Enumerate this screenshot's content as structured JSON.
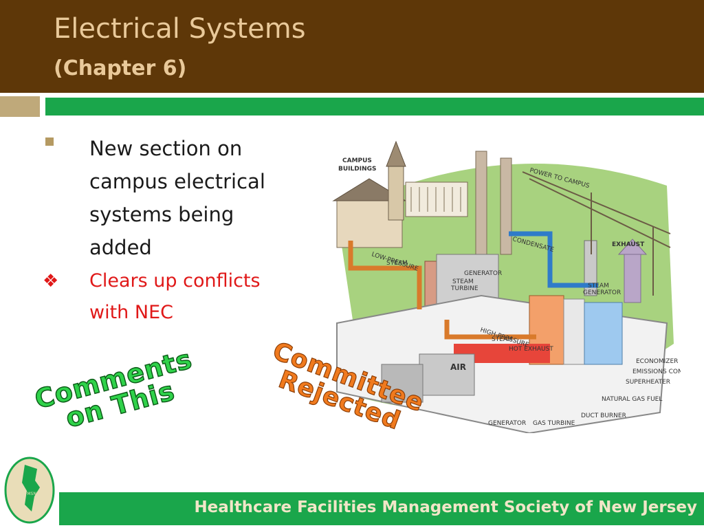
{
  "slide": {
    "title": "Electrical Systems",
    "subtitle": "(Chapter 6)"
  },
  "bullets": [
    {
      "text": "New section on campus electrical systems being added",
      "marker": "square",
      "color": "#1a1a1a"
    },
    {
      "text": "Clears up conflicts with NEC",
      "marker": "diamond-cluster",
      "color": "#e01818"
    }
  ],
  "stamps": {
    "comments": {
      "line1": "Comments",
      "line2": "on This",
      "color": "#2fd24a"
    },
    "rejected": {
      "line1": "Committee",
      "line2": "Rejected",
      "color": "#f07a1e"
    }
  },
  "diagram": {
    "labels": {
      "campus_buildings": "CAMPUS BUILDINGS",
      "power_to_campus": "POWER TO CAMPUS",
      "condensate": "CONDENSATE",
      "exhaust": "EXHAUST",
      "low_pressure_steam": "LOW-PRESSURE STEAM",
      "generator_top": "GENERATOR",
      "steam_turbine": "STEAM TURBINE",
      "steam_generator": "STEAM GENERATOR",
      "high_pressure_steam": "HIGH-PRESSURE STEAM",
      "hot_exhaust": "HOT EXHAUST",
      "air": "AIR",
      "economizer": "ECONOMIZER",
      "emissions_controls": "EMISSIONS CONTROLS",
      "superheater": "SUPERHEATER",
      "natural_gas_fuel": "NATURAL GAS FUEL",
      "duct_burner": "DUCT BURNER",
      "generator_bottom": "GENERATOR",
      "gas_turbine": "GAS TURBINE"
    }
  },
  "logo": {
    "text": "HFMSNJ"
  },
  "footer": {
    "text": "Healthcare Facilities Management Society of New Jersey"
  },
  "colors": {
    "title_bar": "#5e3708",
    "title_text": "#e9c99a",
    "accent_green": "#1aa64b",
    "accent_tan": "#bfa97a",
    "bullet_red": "#e01818",
    "footer_text": "#f1e6c8"
  }
}
